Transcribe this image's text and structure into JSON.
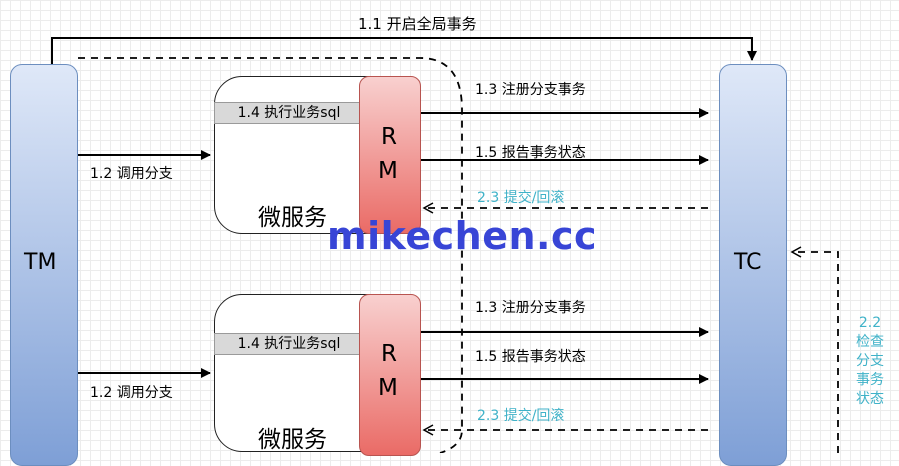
{
  "tm": {
    "label": "TM"
  },
  "tc": {
    "label": "TC"
  },
  "top_arrow": {
    "label": "1.1 开启全局事务"
  },
  "services": [
    {
      "task_label": "1.4 执行业务sql",
      "service_label": "微服务",
      "rm_letters": [
        "R",
        "M"
      ],
      "call_label": "1.2 调用分支",
      "register_label": "1.3 注册分支事务",
      "report_label": "1.5 报告事务状态",
      "commit_label": "2.3 提交/回滚"
    },
    {
      "task_label": "1.4 执行业务sql",
      "service_label": "微服务",
      "rm_letters": [
        "R",
        "M"
      ],
      "call_label": "1.2 调用分支",
      "register_label": "1.3 注册分支事务",
      "report_label": "1.5 报告事务状态",
      "commit_label": "2.3 提交/回滚"
    }
  ],
  "check_label_lines": [
    "2.2",
    "检查",
    "分支",
    "事务",
    "状态"
  ],
  "watermark": "mikechen.cc",
  "colors": {
    "solid_arrow": "#000000",
    "dashed_arrow": "#000000",
    "cyan_text": "#3fb2c8",
    "watermark": "#3845d6",
    "rm_fill": "#ea6b66",
    "pillar_fill": "#7e9fd6"
  }
}
